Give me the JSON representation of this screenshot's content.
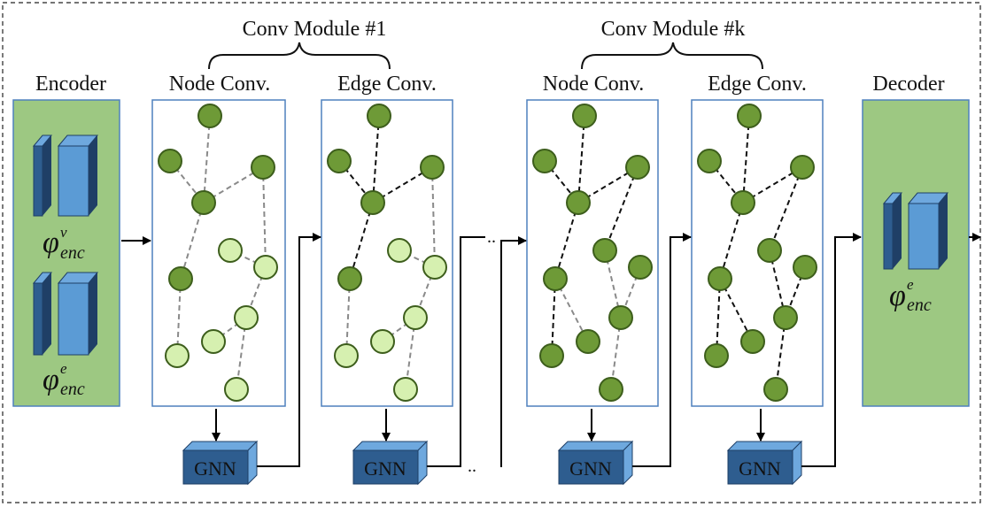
{
  "modules": [
    {
      "label": "Conv Module #1"
    },
    {
      "label": "Conv Module #k"
    }
  ],
  "encoder": {
    "title": "Encoder",
    "sym1": {
      "base": "φ",
      "sup": "v",
      "sub": "enc"
    },
    "sym2": {
      "base": "φ",
      "sup": "e",
      "sub": "enc"
    }
  },
  "decoder": {
    "title": "Decoder",
    "sym": {
      "base": "φ",
      "sup": "e",
      "sub": "enc"
    }
  },
  "panels": [
    {
      "title": "Node Conv.",
      "phase": 1
    },
    {
      "title": "Edge Conv.",
      "phase": 2
    },
    {
      "title": "Node Conv.",
      "phase": 3
    },
    {
      "title": "Edge Conv.",
      "phase": 4
    }
  ],
  "gnn_label": "GNN",
  "ellipsis": "..",
  "colors": {
    "encoder_fill": "#9dc882",
    "panel_border": "#4f81bd",
    "node_dark": "#6e9a37",
    "node_light": "#d6f0b0",
    "node_stroke": "#3d5e1c",
    "gnn_front": "#2e5d8f",
    "gnn_side": "#6ea8de",
    "edge_gray": "#8a8a8a",
    "edge_black": "#111111"
  }
}
